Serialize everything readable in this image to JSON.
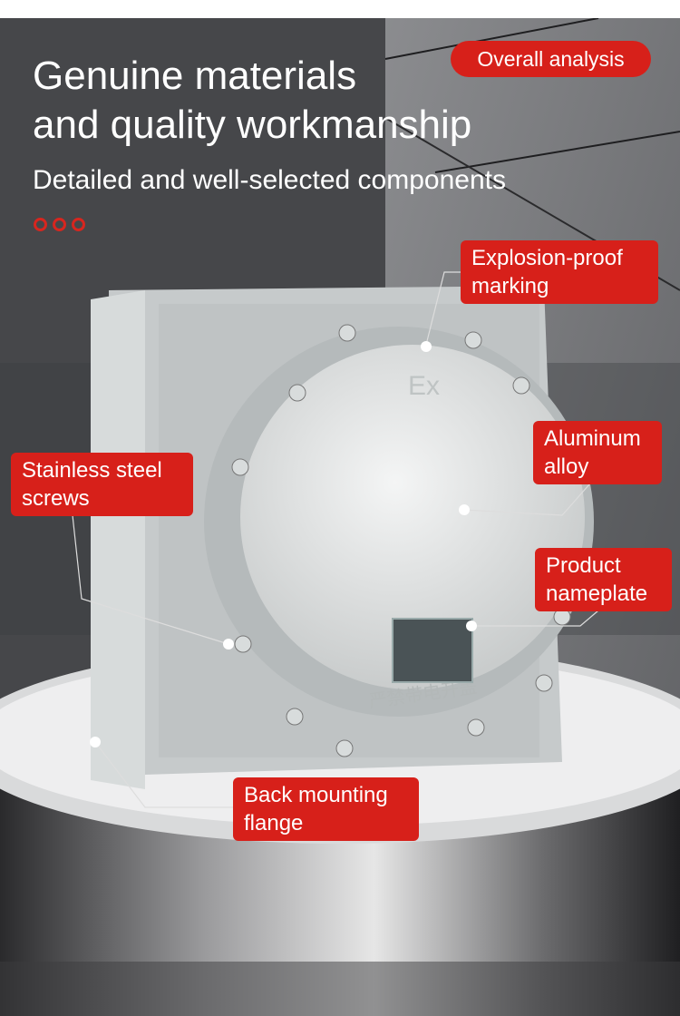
{
  "header": {
    "title_line1": "Genuine materials",
    "title_line2": "and quality workmanship",
    "subtitle": "Detailed and well-selected components",
    "badge": "Overall analysis"
  },
  "product": {
    "lid_marking": "Ex",
    "cast_lettering": "严禁带电开盖"
  },
  "callouts": {
    "marking": {
      "line1": "Explosion-proof",
      "line2": "marking"
    },
    "alloy": {
      "line1": "Aluminum",
      "line2": "alloy"
    },
    "screws": {
      "line1": "Stainless steel",
      "line2": "screws"
    },
    "nameplate": {
      "line1": "Product",
      "line2": "nameplate"
    },
    "flange": {
      "line1": "Back mounting",
      "line2": "flange"
    }
  },
  "colors": {
    "accent": "#d7201a",
    "bg_dark": "#46474a",
    "bg_light": "#8a8b8e"
  }
}
